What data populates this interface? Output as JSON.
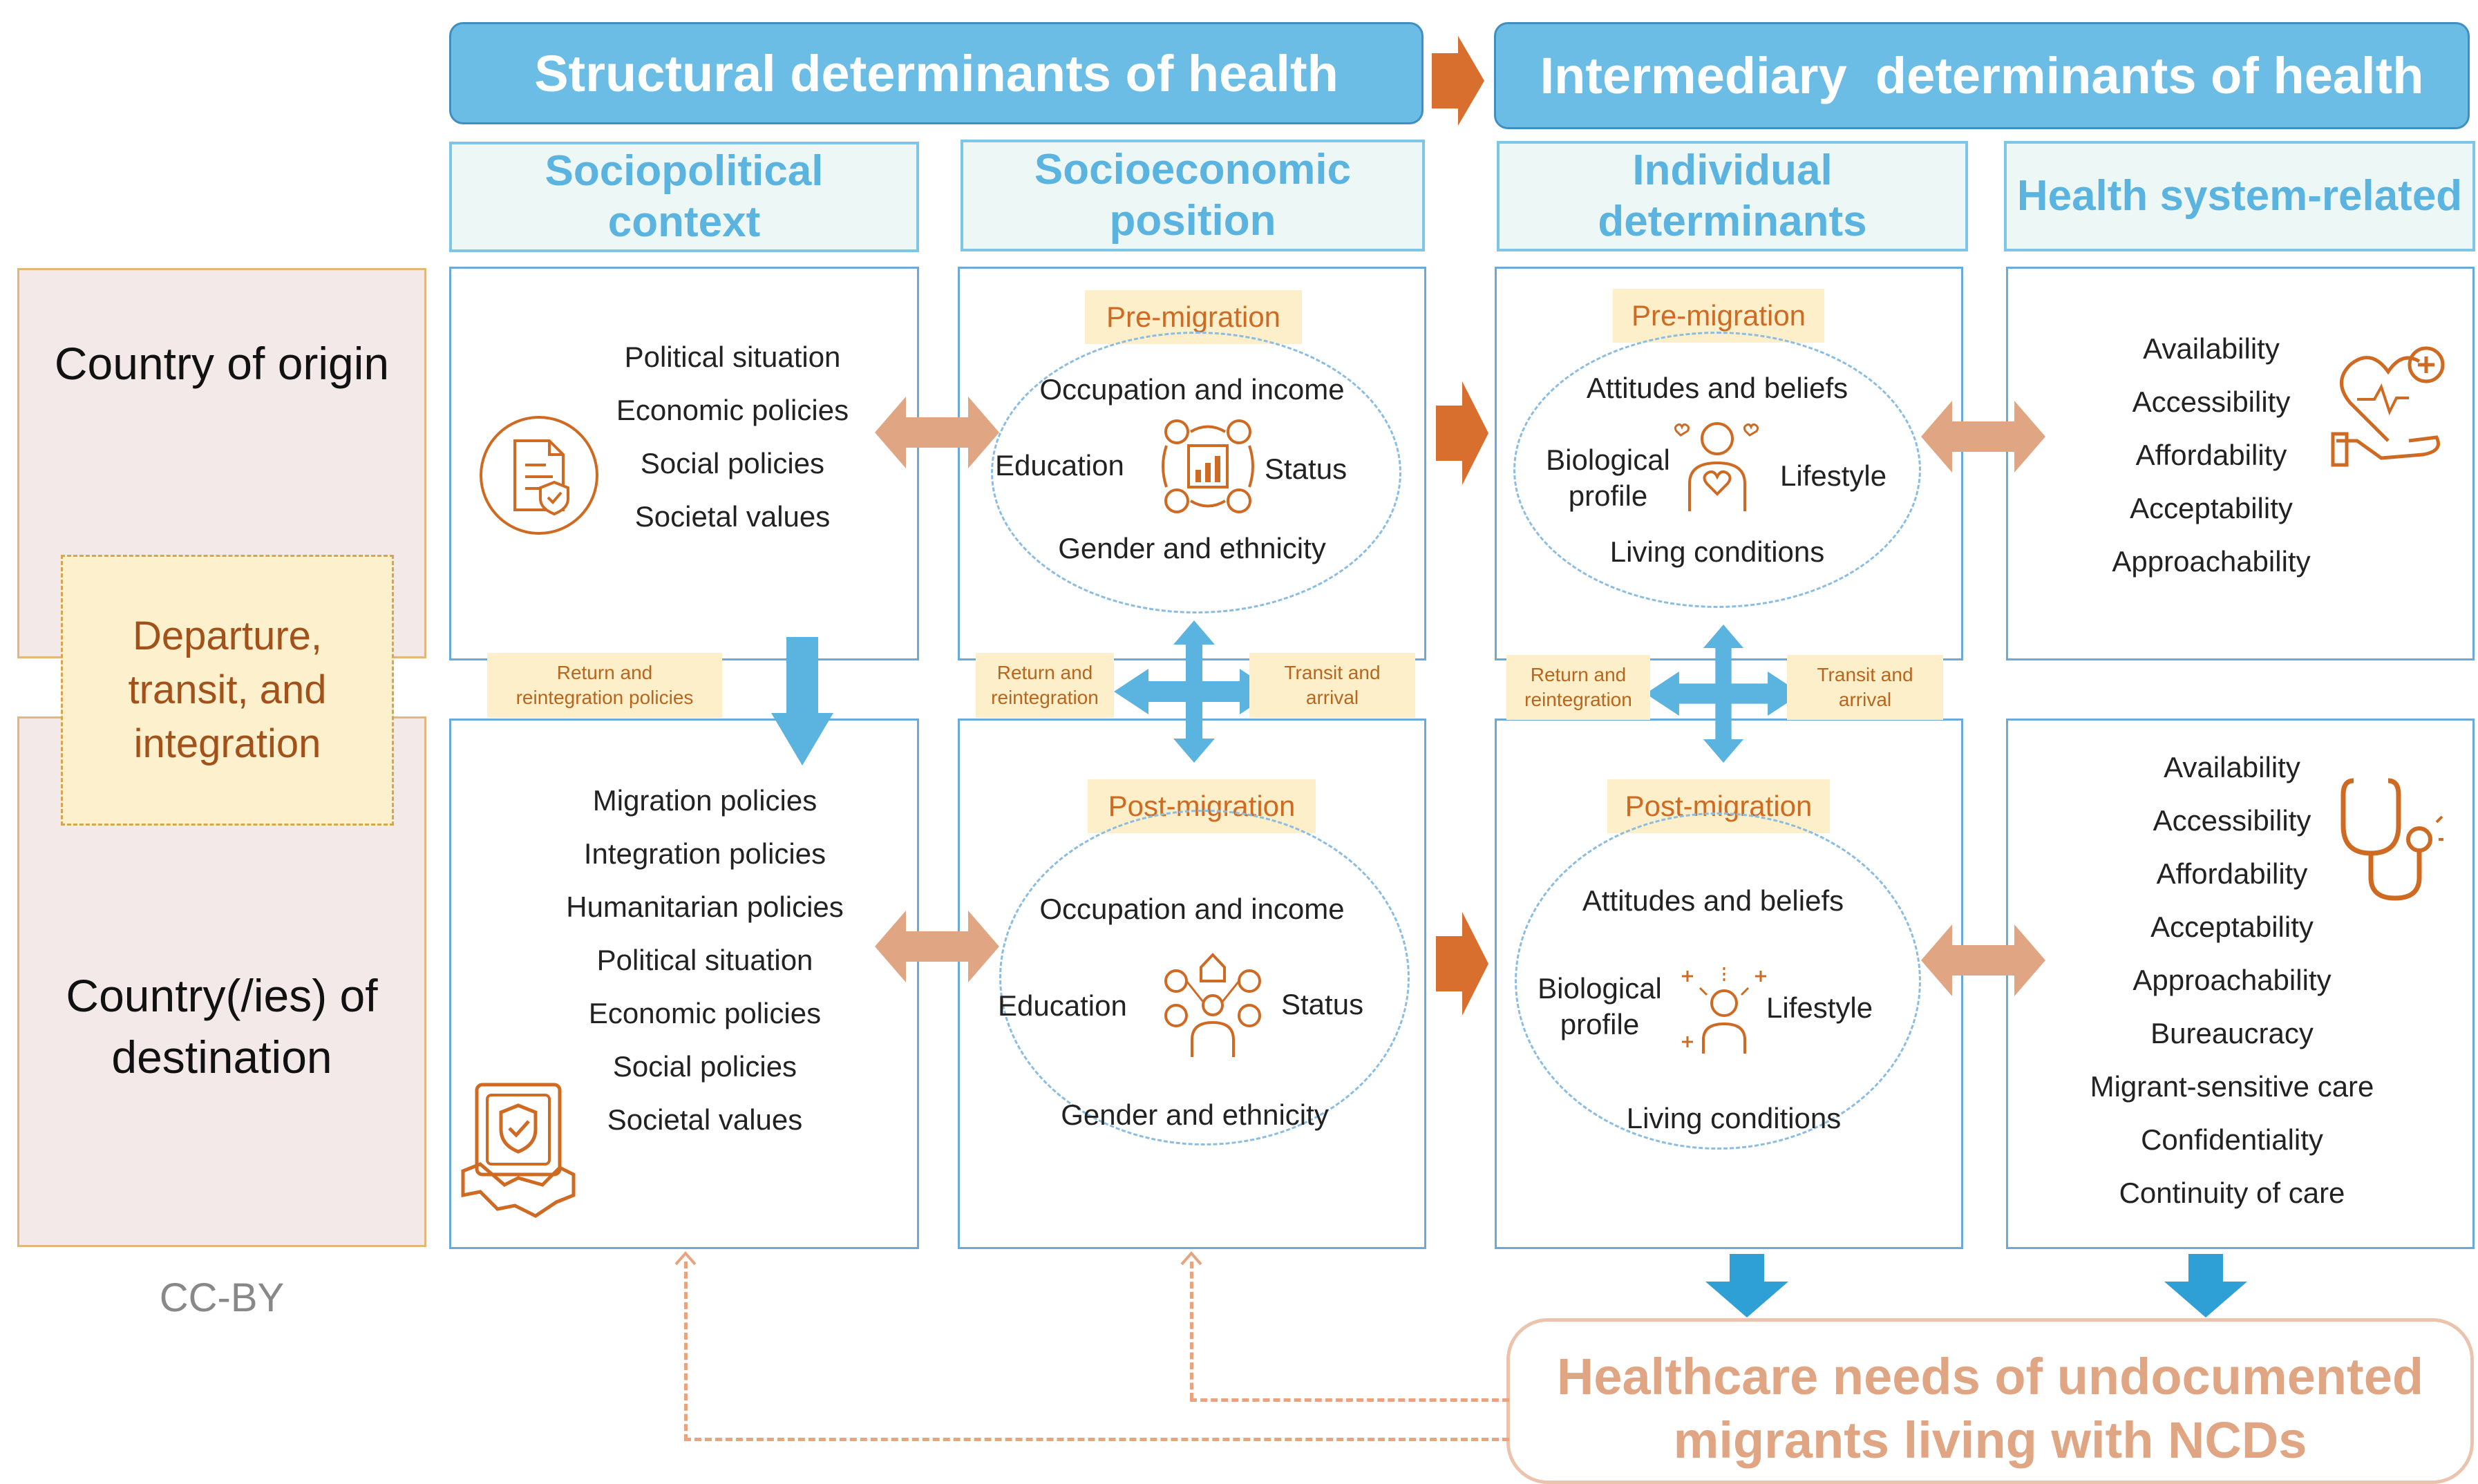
{
  "header": {
    "structural": "Structural determinants of health",
    "intermediary": "Intermediary  determinants of health"
  },
  "columns": {
    "sociopolitical": "Sociopolitical context",
    "socioeconomic": "Socioeconomic position",
    "individual": "Individual determinants",
    "health_system": "Health system-related"
  },
  "rows": {
    "origin": "Country of origin",
    "departure": "Departure, transit, and integration",
    "destination": "Country(/ies) of destination"
  },
  "license": "CC-BY",
  "sociopolitical_origin": [
    "Political situation",
    "Economic policies",
    "Social policies",
    "Societal values"
  ],
  "sociopolitical_destination": [
    "Migration policies",
    "Integration policies",
    "Humanitarian policies",
    "Political situation",
    "Economic policies",
    "Social policies",
    "Societal values"
  ],
  "tags": {
    "pre_migration": "Pre-migration",
    "post_migration": "Post-migration",
    "return_reintegration_policies": "Return and reintegration policies",
    "return_reintegration": "Return and reintegration",
    "transit_arrival": "Transit and arrival"
  },
  "socioeconomic_items": {
    "occupation": "Occupation and income",
    "education": "Education",
    "status": "Status",
    "gender": "Gender and ethnicity"
  },
  "individual_items": {
    "attitudes": "Attitudes and beliefs",
    "biological": "Biological profile",
    "lifestyle": "Lifestyle",
    "living": "Living conditions"
  },
  "health_origin": [
    "Availability",
    "Accessibility",
    "Affordability",
    "Acceptability",
    "Approachability"
  ],
  "health_destination": [
    "Availability",
    "Accessibility",
    "Affordability",
    "Acceptability",
    "Approachability",
    "Bureaucracy",
    "Migrant-sensitive care",
    "Confidentiality",
    "Continuity of care"
  ],
  "outcome": "Healthcare needs of undocumented migrants living with NCDs",
  "icons": [
    "document-shield-icon",
    "socioeconomic-icon",
    "person-hearts-icon",
    "heart-hand-icon",
    "community-icon",
    "sparkle-person-icon",
    "stethoscope-icon",
    "handshake-shield-icon"
  ],
  "colors": {
    "banner_blue": "#6cbde6",
    "header_text": "#5bb4df",
    "orange": "#cf6a22",
    "arrow_tan": "#e0a683",
    "arrow_blue": "#5bb4df",
    "outcome_text": "#e0a683"
  }
}
